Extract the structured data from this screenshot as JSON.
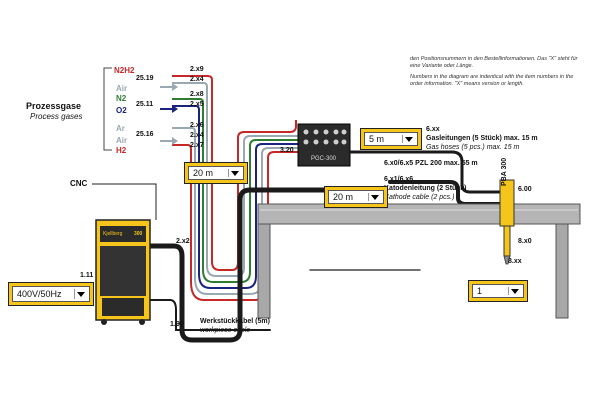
{
  "notes": {
    "top_de": "den Positionsnummern in den Bestellinformationen. Das \"X\" steht für eine Variante oder Länge.",
    "top_en": "Numbers in the diagram are indentical with the item numbers in the order information. \"X\" means version or length."
  },
  "process_gases": {
    "title_de": "Prozessgase",
    "title_en": "Process gases",
    "group1": {
      "gas_a": "N2H2",
      "gas_b": "Air",
      "code": "25.19",
      "item_top": "2.x9",
      "item_bottom": "2.x4"
    },
    "group2": {
      "gas_a": "N2",
      "gas_b": "O2",
      "code": "25.11",
      "item_top": "2.x8",
      "item_bottom": "2.x5"
    },
    "group3": {
      "gas_a": "Ar",
      "gas_b": "Air",
      "gas_c": "H2",
      "code": "25.16",
      "item_top": "2.x6",
      "item_mid": "2.x4",
      "item_bottom": "2.x7"
    }
  },
  "labels": {
    "cnc": "CNC",
    "item_1_11": "1.11",
    "item_1_90": "1.90",
    "item_2x2": "2.x2",
    "item_3_20": "3.20",
    "gas_console": "PGC-300",
    "gas_hoses_num": "6.xx",
    "gas_hoses_de": "Gasleitungen (5 Stück) max. 15 m",
    "gas_hoses_en": "Gas hoses (5 pcs.) max. 15 m",
    "pzl": "6.x0/6.x5 PZL 200 max. 55 m",
    "cathode_num": "6.x1/6.x6",
    "cathode_de": "Katodenleitung (2 Stück)",
    "cathode_en": "Cathode cable (2 pcs.)",
    "pba": "PBA 300",
    "item_6_00": "6.00",
    "item_8x0": "8.x0",
    "item_8xx": "8.xx",
    "workpiece_de": "Werkstückkabel (5m)",
    "workpiece_en": "workpiece cable",
    "brand": "Kjellberg",
    "model": "300"
  },
  "selectors": {
    "hoses_length": "20 m",
    "console_length": "5 m",
    "cathode_length": "20 m",
    "voltage": "400V/50Hz",
    "quantity": "1"
  },
  "colors": {
    "accent": "#f5c51b",
    "red": "#c62828",
    "grey": "#9aa8b1",
    "green": "#2e7d32",
    "blue": "#1a237e",
    "cable": "#1a1a1a"
  }
}
